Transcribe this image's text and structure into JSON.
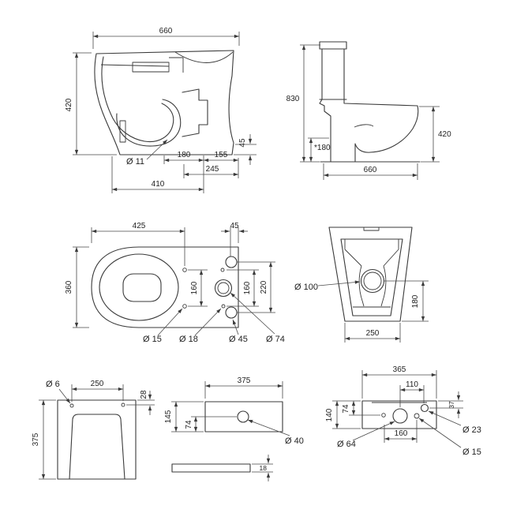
{
  "views": {
    "side_section": {
      "length": "660",
      "height": "420",
      "outlet_lip": "45",
      "trap_dia": "Ø 11",
      "dim_180": "180",
      "dim_155": "155",
      "dim_245": "245",
      "dim_410": "410"
    },
    "side_complete": {
      "total_height": "830",
      "outlet_height": "*180",
      "pan_height": "420",
      "depth": "660"
    },
    "plan": {
      "front_to_holes": "425",
      "back_gap": "45",
      "width": "360",
      "left_span": "160",
      "right_span": "160",
      "outer_span": "220",
      "dia_15": "Ø 15",
      "dia_18": "Ø 18",
      "dia_45": "Ø 45",
      "dia_74": "Ø 74"
    },
    "rear": {
      "outlet_dia": "Ø 100",
      "outlet_height": "180",
      "base_width": "250"
    },
    "base_front": {
      "hole_dia": "Ø 6",
      "hole_span": "250",
      "height": "375",
      "hole_offset": "28"
    },
    "tank_lid": {
      "width": "375",
      "depth": "145",
      "hole_from_front": "74",
      "hole_dia": "Ø 40",
      "thickness": "18"
    },
    "cistern_back": {
      "width": "365",
      "top_span": "110",
      "height": "140",
      "left_hole_offset": "74",
      "right_hole_offset": "37",
      "flush_hole_dia": "Ø 64",
      "bottom_span": "160",
      "dia_23": "Ø 23",
      "dia_15": "Ø 15"
    }
  }
}
